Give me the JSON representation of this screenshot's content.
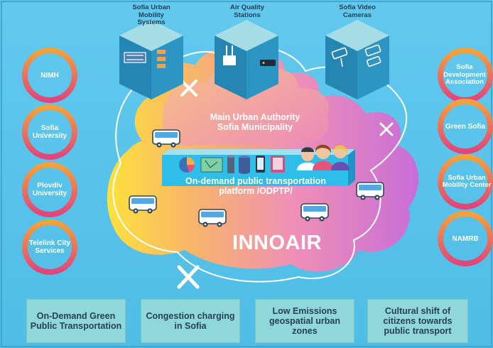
{
  "partners_left": [
    "NIMH",
    "Sofia University",
    "Plovdiv University",
    "Telelink City Services"
  ],
  "partners_right": [
    "Sofia Development Association",
    "Green Sofia",
    "Sofia Urban Mobility Center",
    "NAMRB"
  ],
  "data_sources": [
    "Sofia Urban Mobility Systems",
    "Air Quality Stations",
    "Sofia Video Cameras"
  ],
  "authority": {
    "line1": "Main Urban Authority",
    "line2": "Sofia Municipality"
  },
  "platform": {
    "line1": "On-demand public transportation",
    "line2": "platform /ODPTP/"
  },
  "project_name": "INNOAIR",
  "goals": [
    "On-Demand Green Public Transportation",
    "Congestion charging in Sofia",
    "Low Emissions geospatial urban zones",
    "Cultural shift of citizens towards public transport"
  ],
  "colors": {
    "background": "#56c4ea",
    "ring_gradient_start": "#f5a23b",
    "ring_gradient_end": "#e0457b",
    "cube_side": "#2585b3",
    "cube_top": "#a4dde6",
    "cloud_yellow": "#fdde3e",
    "cloud_pink": "#ef8cb8",
    "cloud_purple": "#c76ed8",
    "platform_bar": "#2fbdea",
    "goal_box": "#8fd7d8"
  }
}
